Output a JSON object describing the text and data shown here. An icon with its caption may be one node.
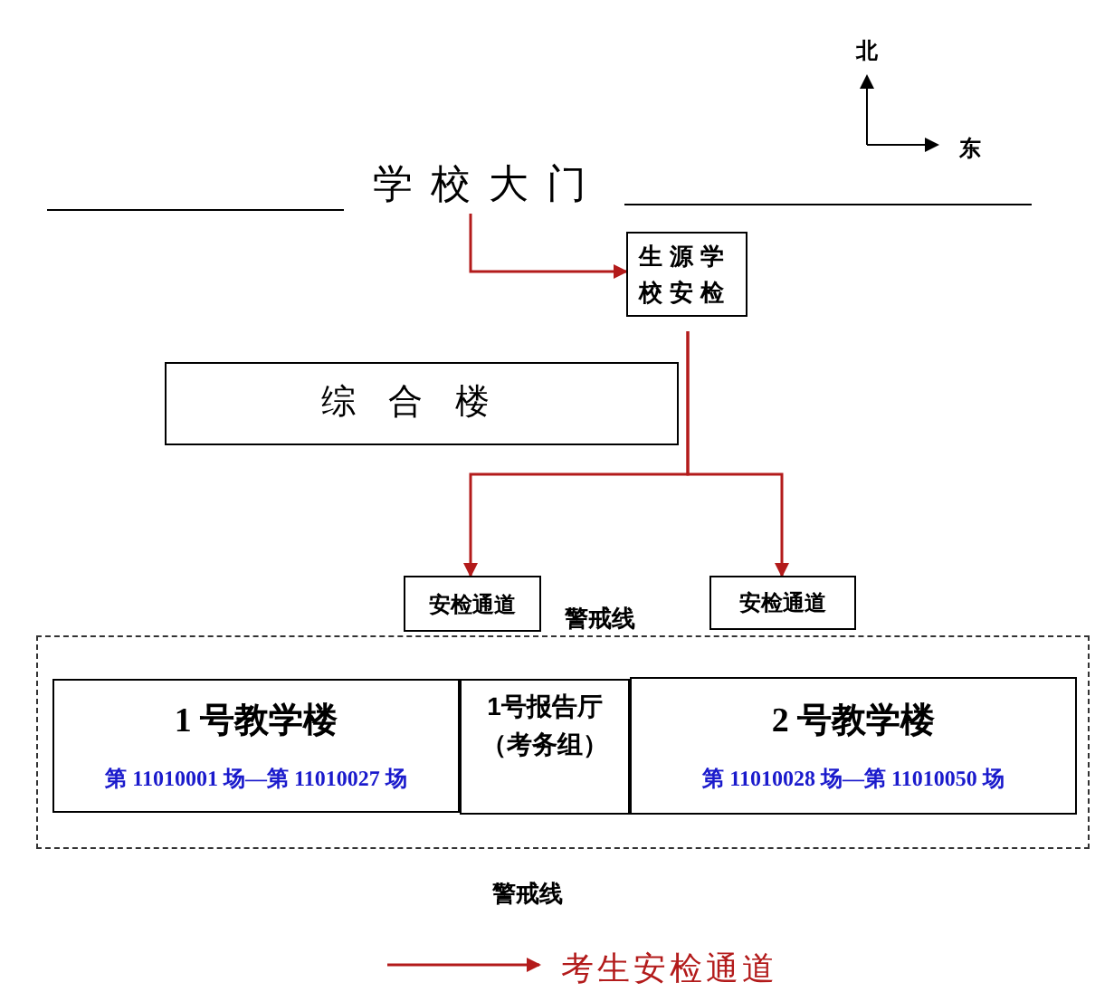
{
  "diagram": {
    "nodes": [
      {
        "text": [
          "学校大门"
        ]
      },
      {
        "text": [
          "生源学校安检"
        ]
      },
      {
        "text": [
          "综合楼"
        ]
      },
      {
        "text": [
          "安检通道"
        ]
      },
      {
        "text": [
          "安检通道"
        ]
      },
      {
        "text": [],
        "shape": "box"
      },
      {
        "text": [
          "1 号教学楼",
          "第 11010001 场—第 11010027 场"
        ],
        "in": 5
      },
      {
        "text": [
          "1号报告厅（考务组）"
        ],
        "in": 5
      },
      {
        "text": [
          "2 号教学楼",
          "第 11010028 场—第 11010050 场"
        ],
        "in": 5
      }
    ],
    "edges": [
      {
        "from": 0,
        "to": 1,
        "arrow": "to"
      },
      {
        "from": 1,
        "to": 3,
        "arrow": "to"
      },
      {
        "from": 1,
        "to": 4,
        "arrow": "to"
      }
    ],
    "labels": [
      "北",
      "东",
      "警戒线",
      "警戒线"
    ],
    "legend": [
      {
        "text": "考生安检通道"
      }
    ]
  }
}
